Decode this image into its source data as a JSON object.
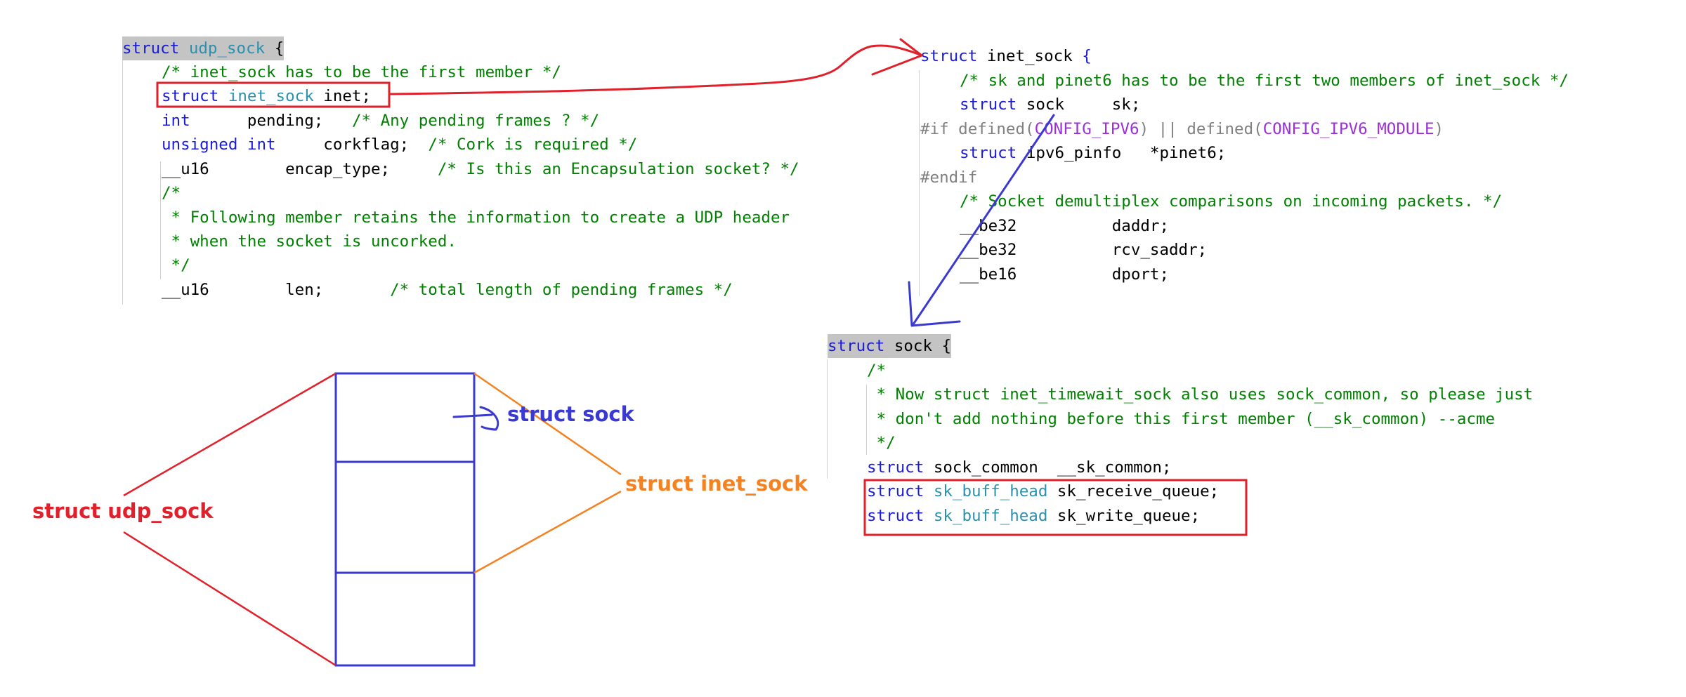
{
  "udp_sock_code": {
    "decl_kw": "struct",
    "decl_name": "udp_sock",
    "decl_brace": " {",
    "c1": "/* inet_sock has to be the first member */",
    "inet_kw": "struct",
    "inet_type": "inet_sock",
    "inet_name": " inet;",
    "pend_kw": "int",
    "pend_field": "      pending;   ",
    "pend_cm": "/* Any pending frames ? */",
    "cork_kw": "unsigned int",
    "cork_field": "     corkflag;  ",
    "cork_cm": "/* Cork is required */",
    "encap_field": "__u16        encap_type;     ",
    "encap_cm": "/* Is this an Encapsulation socket? */",
    "cm_open": "/*",
    "cm_l2": " * Following member retains the information to create a UDP header",
    "cm_l3": " * when the socket is uncorked.",
    "cm_close": " */",
    "len_field": "__u16        len;       ",
    "len_cm": "/* total length of pending frames */"
  },
  "inet_sock_code": {
    "decl_kw": "struct",
    "decl_name": " inet_sock",
    "decl_brace": " {",
    "c1": "/* sk and pinet6 has to be the first two members of inet_sock */",
    "sk_kw": "struct",
    "sk_field": " sock     sk;",
    "if_pp": "#if defined",
    "if_p1": "(",
    "if_m1": "CONFIG_IPV6",
    "if_p2": ") || ",
    "if_def2": "defined",
    "if_p3": "(",
    "if_m2": "CONFIG_IPV6_MODULE",
    "if_p4": ")",
    "pinet_kw": "struct",
    "pinet_field": " ipv6_pinfo   *pinet6;",
    "endif": "#endif",
    "c2": "/* Socket demultiplex comparisons on incoming packets. */",
    "f1": "__be32          daddr;",
    "f2": "__be32          rcv_saddr;",
    "f3": "__be16          dport;"
  },
  "sock_code": {
    "decl_kw": "struct",
    "decl_name": " sock",
    "decl_brace": " {",
    "cm_open": "/*",
    "cm_l2": " * Now struct inet_timewait_sock also uses sock_common, so please just",
    "cm_l3": " * don't add nothing before this first member (__sk_common) --acme",
    "cm_close": " */",
    "common_kw": "struct",
    "common_field": " sock_common  __sk_common;",
    "rq_kw": "struct",
    "rq_type": " sk_buff_head",
    "rq_field": " sk_receive_queue;",
    "wq_kw": "struct",
    "wq_type": " sk_buff_head",
    "wq_field": " sk_write_queue;"
  },
  "annotations": {
    "struct_sock": "struct sock",
    "struct_inet_sock": "struct inet_sock",
    "struct_udp_sock": "struct udp_sock"
  },
  "colors": {
    "red": "#e0202a",
    "blue": "#3a3ad0",
    "orange": "#f58220",
    "keyword": "#1a1adb",
    "type": "#2b91af",
    "comment": "#008000",
    "macro": "#9b30d9"
  }
}
